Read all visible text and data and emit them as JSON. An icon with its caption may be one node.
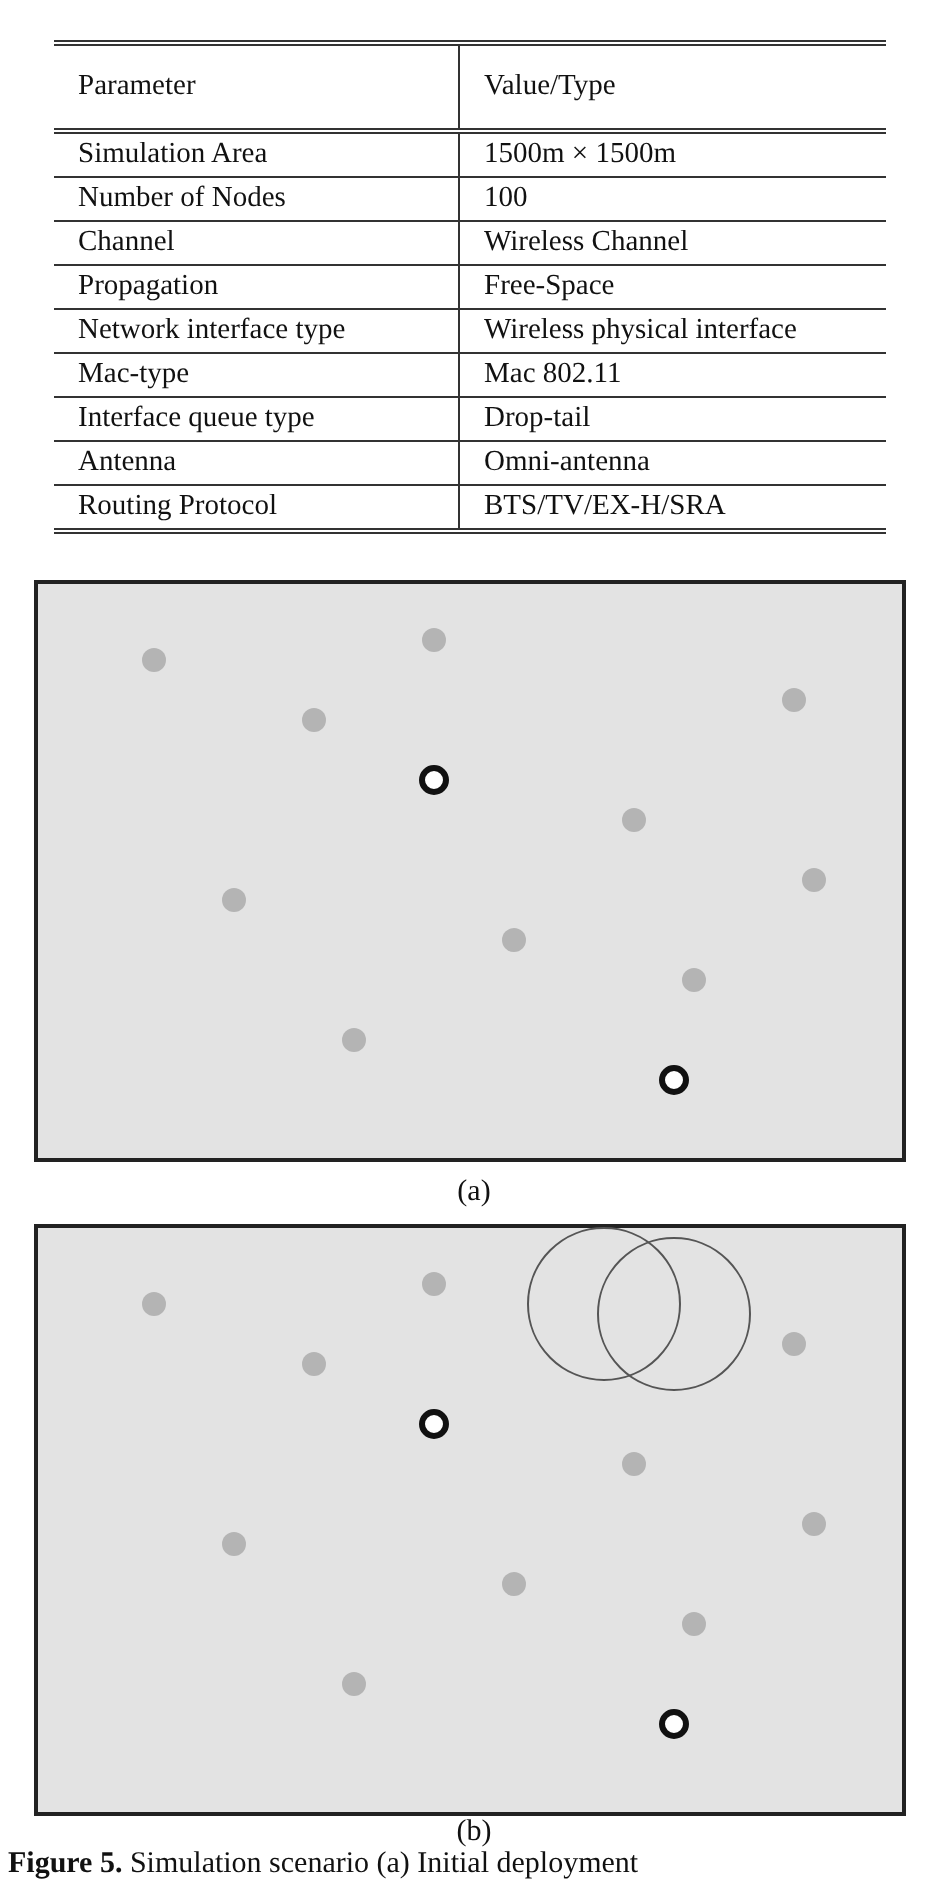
{
  "diagram": {
    "labels": [
      "Parameter",
      "Value/Type",
      "Simulation Area",
      "1500m × 1500m",
      "Number of Nodes",
      "100",
      "Channel",
      "Wireless Channel",
      "Propagation",
      "Free-Space",
      "Network interface type",
      "Wireless physical interface",
      "Mac-type",
      "Mac 802.11",
      "Interface queue type",
      "Drop-tail",
      "Antenna",
      "Omni-antenna",
      "Routing Protocol",
      "BTS/TV/EX-H/SRA",
      "(a)",
      "(b)",
      "**Figure 5.** Simulation scenario (a) Initial deployment"
    ]
  }
}
